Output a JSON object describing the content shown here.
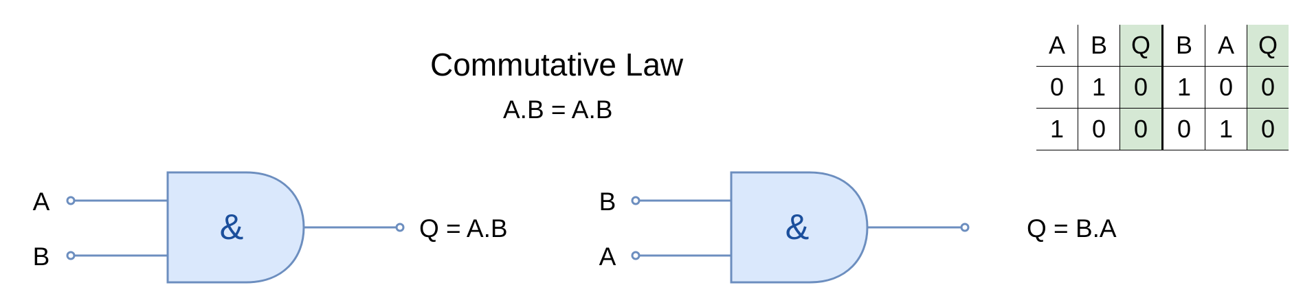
{
  "diagram": {
    "title": "Commutative Law",
    "equation": "A.B = A.B"
  },
  "truth_table": {
    "rows": [
      [
        "A",
        "B",
        "Q",
        "B",
        "A",
        "Q"
      ],
      [
        "0",
        "1",
        "0",
        "1",
        "0",
        "0"
      ],
      [
        "1",
        "0",
        "0",
        "0",
        "1",
        "0"
      ]
    ],
    "highlight_color": "#d5e8d4"
  },
  "gates": [
    {
      "symbol": "&",
      "inputs": [
        "A",
        "B"
      ],
      "output": "Q = A.B"
    },
    {
      "symbol": "&",
      "inputs": [
        "B",
        "A"
      ],
      "output": "Q = B.A"
    }
  ],
  "colors": {
    "gate_fill": "#dae8fc",
    "gate_stroke": "#6c8ebf",
    "symbol": "#1b4f9c"
  }
}
